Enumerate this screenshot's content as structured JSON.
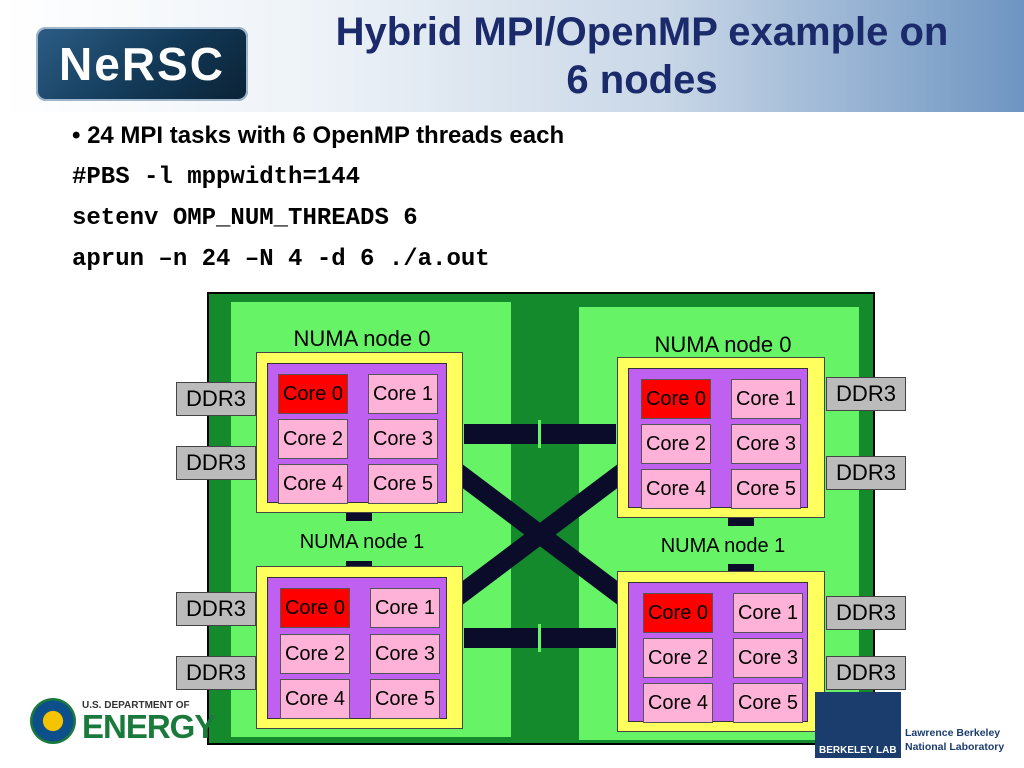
{
  "header": {
    "logo_text": "NeRSC",
    "title_line1": "Hybrid MPI/OpenMP example on",
    "title_line2": "6 nodes"
  },
  "content": {
    "bullet": "• 24 MPI tasks with 6 OpenMP threads each",
    "code_lines": [
      "#PBS -l mppwidth=144",
      "setenv OMP_NUM_THREADS 6",
      "aprun –n 24 –N 4 -d 6 ./a.out"
    ]
  },
  "diagram": {
    "ddr_label": "DDR3",
    "numa": [
      {
        "label": "NUMA node 0",
        "cores": [
          "Core 0",
          "Core 1",
          "Core 2",
          "Core 3",
          "Core 4",
          "Core 5"
        ]
      },
      {
        "label": "NUMA node 1",
        "cores": [
          "Core 0",
          "Core 1",
          "Core 2",
          "Core 3",
          "Core 4",
          "Core 5"
        ]
      },
      {
        "label": "NUMA node 0",
        "cores": [
          "Core 0",
          "Core 1",
          "Core 2",
          "Core 3",
          "Core 4",
          "Core 5"
        ]
      },
      {
        "label": "NUMA node 1",
        "cores": [
          "Core 0",
          "Core 1",
          "Core 2",
          "Core 3",
          "Core 4",
          "Core 5"
        ]
      }
    ],
    "colors": {
      "board": "#148a2c",
      "socket": "#66f466",
      "numa": "#ffff5e",
      "bus": "#c060f0",
      "core": "#ffb2d8",
      "active_core": "#ff0000",
      "ddr": "#bbbbbb"
    }
  },
  "footer": {
    "doe_line1": "U.S. DEPARTMENT OF",
    "doe_line2": "ENERGY",
    "lab_small": "BERKELEY LAB",
    "lab_line1": "Lawrence Berkeley",
    "lab_line2": "National Laboratory"
  }
}
